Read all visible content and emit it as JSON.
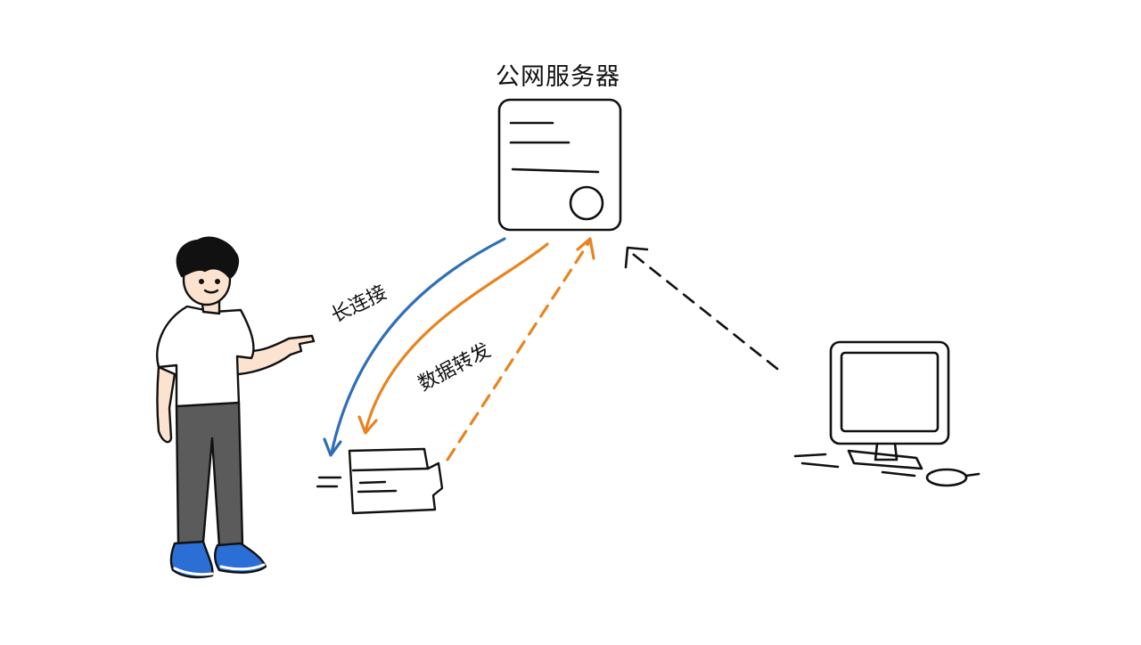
{
  "labels": {
    "server": "公网服务器",
    "long_connection": "长连接",
    "data_forwarding": "数据转发"
  },
  "colors": {
    "background": "#ffffff",
    "ink": "#111111",
    "long_connection_line": "#2f6fb7",
    "data_forwarding_line": "#e8841f",
    "remote_access_line": "#111111",
    "shirt": "#ffffff",
    "pants": "#5b5b5b",
    "shoes": "#2b6fd6",
    "skin": "#fbe3d0"
  },
  "icons": {
    "server": "server-icon",
    "person": "person-figure",
    "printer": "printer-icon",
    "computer": "desktop-computer-icon"
  }
}
